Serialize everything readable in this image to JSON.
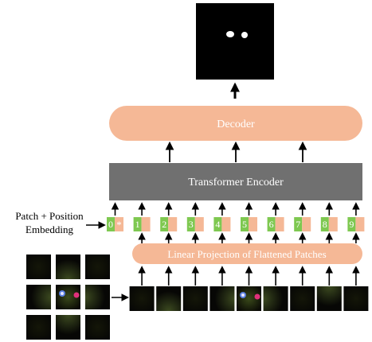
{
  "decoder": {
    "label": "Decoder"
  },
  "encoder": {
    "label": "Transformer Encoder"
  },
  "projection": {
    "label": "Linear Projection of Flattened Patches"
  },
  "embedding_caption": {
    "line1": "Patch + Position",
    "line2": "Embedding"
  },
  "tokens": [
    {
      "index": "0",
      "special": "*"
    },
    {
      "index": "1"
    },
    {
      "index": "2"
    },
    {
      "index": "3"
    },
    {
      "index": "4"
    },
    {
      "index": "5"
    },
    {
      "index": "6"
    },
    {
      "index": "7"
    },
    {
      "index": "8"
    },
    {
      "index": "9"
    }
  ],
  "colors": {
    "salmon": "#f5b896",
    "salmon_text": "#ffffff",
    "green": "#7ec850",
    "encoder_gray": "#707070",
    "arrow": "#000000"
  }
}
